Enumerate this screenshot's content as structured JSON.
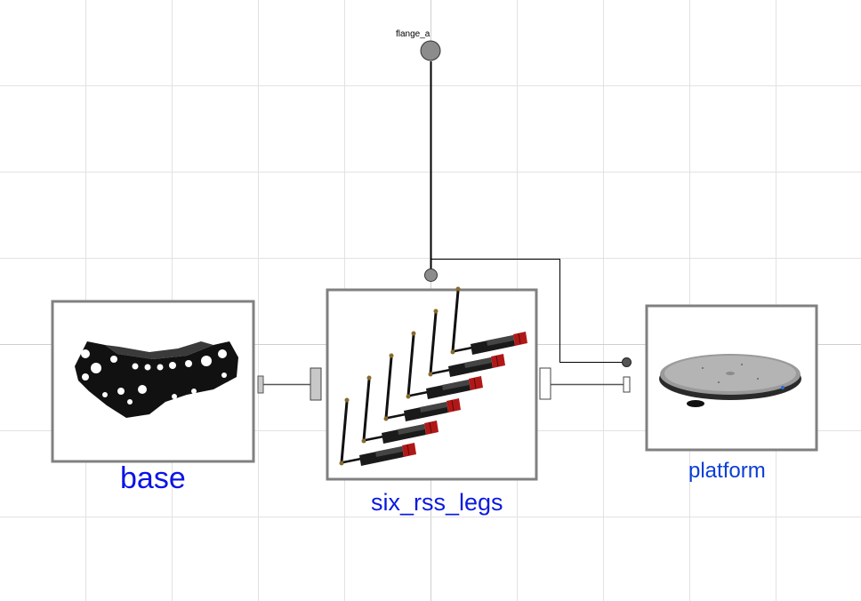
{
  "labels": {
    "flange": "flange_a",
    "base": "base",
    "legs": "six_rss_legs",
    "platform": "platform"
  },
  "colors": {
    "grid": "#e2e2e2",
    "frame_border": "#808080",
    "label_blue": "#0a14e6",
    "connector_fill": "#c8c8c8",
    "flange_fill": "#8c8c8c",
    "leg_red": "#b01818",
    "part_black": "#111111"
  },
  "icons": {
    "base": "hexapod-base-3d-icon",
    "legs": "six-rss-legs-3d-icon",
    "platform": "round-platform-3d-icon",
    "flange": "rotational-flange-icon"
  }
}
